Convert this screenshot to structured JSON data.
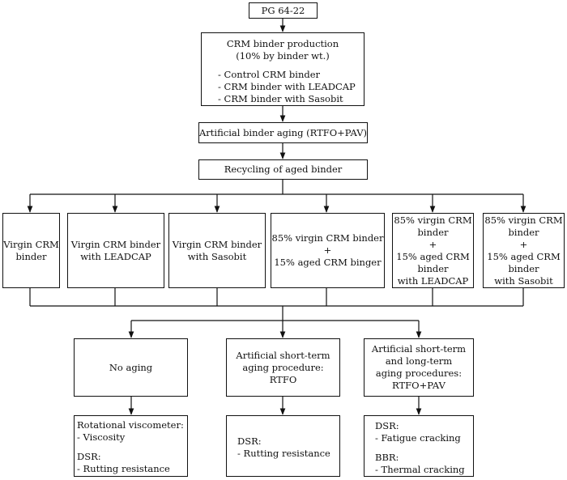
{
  "top": {
    "grade": "PG 64-22"
  },
  "production": {
    "title_lines": [
      "CRM binder production",
      "(10% by binder wt.)"
    ],
    "items": [
      "- Control CRM binder",
      "- CRM binder with LEADCAP",
      "- CRM binder with Sasobit"
    ]
  },
  "aging": {
    "label": "Artificial binder aging (RTFO+PAV)"
  },
  "recycling": {
    "label": "Recycling of aged binder"
  },
  "binders": [
    {
      "lines": [
        "Virgin CRM",
        "binder"
      ]
    },
    {
      "lines": [
        "Virgin CRM binder",
        "with LEADCAP"
      ]
    },
    {
      "lines": [
        "Virgin CRM binder",
        "with Sasobit"
      ]
    },
    {
      "lines": [
        "85% virgin CRM binder",
        "+",
        "15% aged CRM binger"
      ]
    },
    {
      "lines": [
        "85% virgin CRM",
        "binder",
        "+",
        "15% aged CRM",
        "binder",
        "with LEADCAP"
      ]
    },
    {
      "lines": [
        "85% virgin CRM",
        "binder",
        "+",
        "15% aged CRM",
        "binder",
        "with Sasobit"
      ]
    }
  ],
  "conditions": [
    {
      "lines": [
        "No aging"
      ]
    },
    {
      "lines": [
        "Artificial short-term",
        "aging procedure:",
        "RTFO"
      ]
    },
    {
      "lines": [
        "Artificial short-term",
        "and long-term",
        "aging procedures:",
        "RTFO+PAV"
      ]
    }
  ],
  "tests": [
    {
      "groups": [
        [
          "Rotational viscometer:",
          "- Viscosity"
        ],
        [
          "DSR:",
          "- Rutting resistance"
        ]
      ]
    },
    {
      "groups": [
        [
          "DSR:",
          "- Rutting resistance"
        ]
      ]
    },
    {
      "groups": [
        [
          "DSR:",
          "- Fatigue cracking"
        ],
        [
          "BBR:",
          "- Thermal cracking"
        ]
      ]
    }
  ]
}
